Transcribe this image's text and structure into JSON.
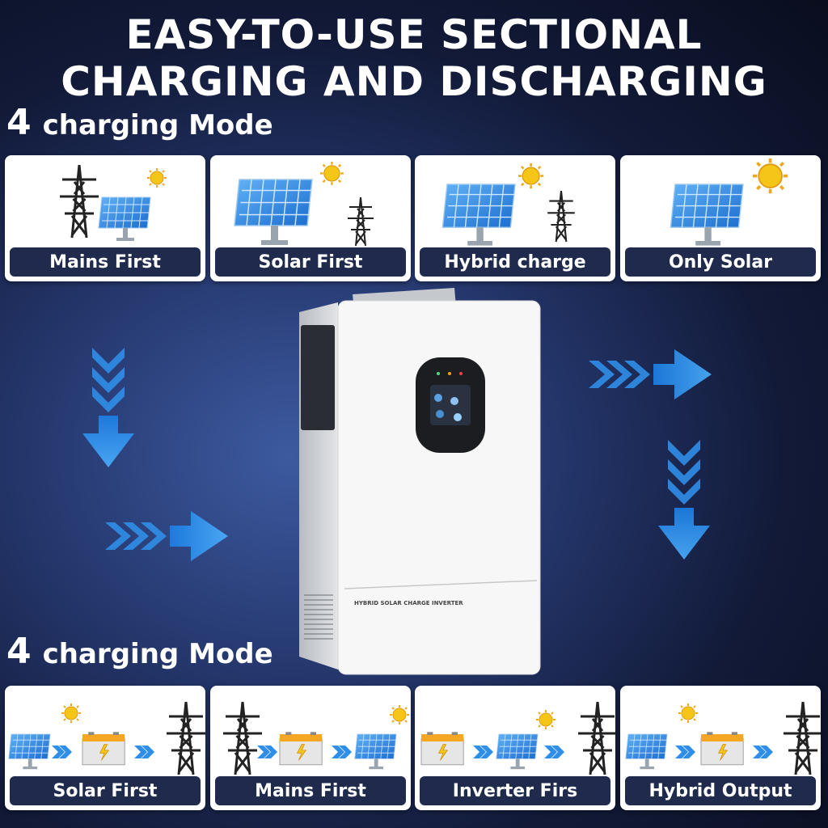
{
  "header": {
    "line1": "EASY-TO-USE SECTIONAL",
    "line2": "CHARGING AND DISCHARGING"
  },
  "charging_section": {
    "number": "4",
    "heading": "charging Mode",
    "cards": [
      {
        "label": "Mains First",
        "icons": [
          "power-tower-icon",
          "solar-panel-icon",
          "sun-icon"
        ]
      },
      {
        "label": "Solar First",
        "icons": [
          "solar-panel-icon",
          "sun-icon",
          "power-tower-icon"
        ]
      },
      {
        "label": "Hybrid charge",
        "icons": [
          "solar-panel-icon",
          "sun-icon",
          "power-tower-icon"
        ]
      },
      {
        "label": "Only Solar",
        "icons": [
          "solar-panel-icon",
          "sun-icon"
        ]
      }
    ]
  },
  "output_section": {
    "number": "4",
    "heading": "charging Mode",
    "cards": [
      {
        "label": "Solar First",
        "icons": [
          "solar-panel-icon",
          "battery-icon",
          "power-tower-icon",
          "sun-icon"
        ]
      },
      {
        "label": "Mains First",
        "icons": [
          "power-tower-icon",
          "battery-icon",
          "solar-panel-icon",
          "sun-icon"
        ]
      },
      {
        "label": "Inverter Firs",
        "icons": [
          "battery-icon",
          "solar-panel-icon",
          "power-tower-icon",
          "sun-icon"
        ]
      },
      {
        "label": "Hybrid Output",
        "icons": [
          "solar-panel-icon",
          "battery-icon",
          "power-tower-icon",
          "sun-icon"
        ]
      }
    ]
  },
  "inverter": {
    "front_label": "HYBRID SOLAR CHARGE INVERTER",
    "icon": "inverter-icon"
  },
  "colors": {
    "accent_blue": "#2f8ee8",
    "label_bg": "#1f2a4d",
    "sun": "#f5c518",
    "panel": "#3a8fe0"
  }
}
